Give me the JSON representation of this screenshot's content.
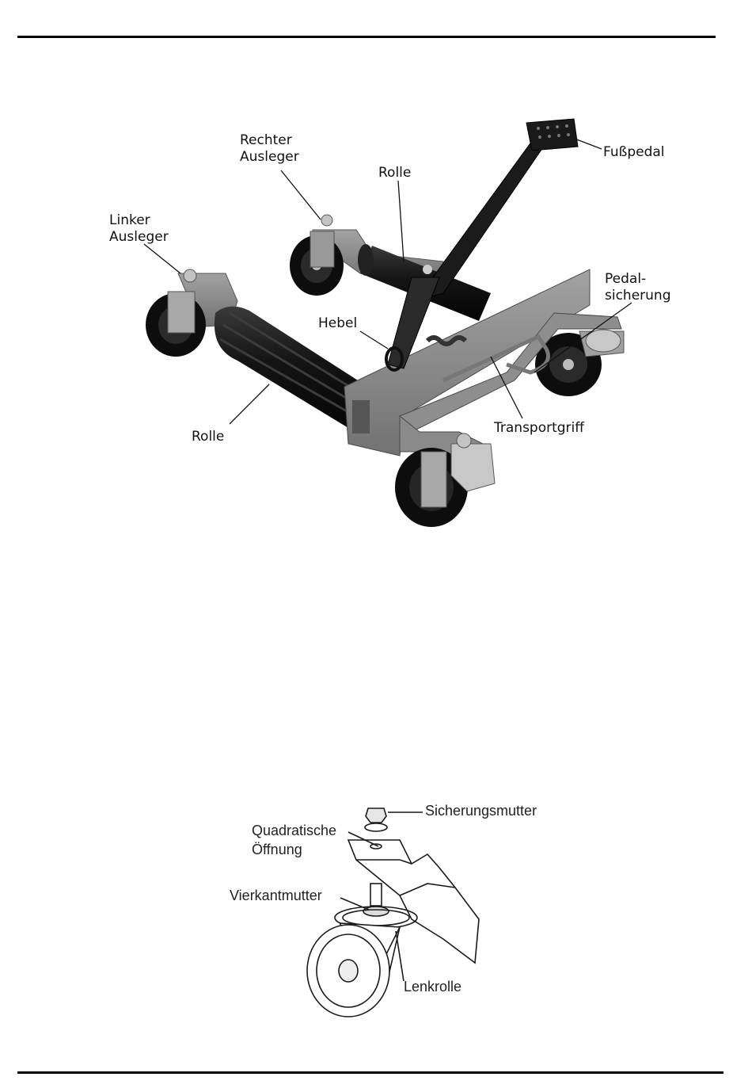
{
  "figure1": {
    "labels": {
      "rechter_ausleger": "Rechter\nAusleger",
      "fusspedal": "Fußpedal",
      "rolle_top": "Rolle",
      "linker_ausleger": "Linker\nAusleger",
      "pedalsicherung": "Pedal-\nsicherung",
      "hebel": "Hebel",
      "rolle_bottom": "Rolle",
      "transportgriff": "Transportgriff"
    }
  },
  "figure2": {
    "labels": {
      "sicherungsmutter": "Sicherungsmutter",
      "quadratische_oeffnung": "Quadratische\nÖffnung",
      "vierkantmutter": "Vierkantmutter",
      "lenkrolle": "Lenkrolle"
    }
  },
  "colors": {
    "frame": "#8a8a8a",
    "roller": "#1a1a1a",
    "wheel": "#111111"
  }
}
